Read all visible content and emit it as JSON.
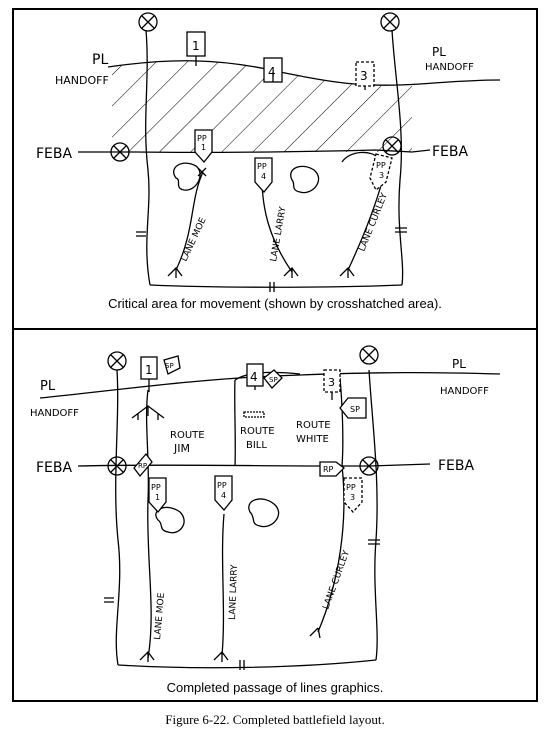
{
  "top_panel": {
    "pl_label": "PL",
    "handoff_left": "HANDOFF",
    "pl_right": "PL",
    "handoff_right": "HANDOFF",
    "feba_left": "FEBA",
    "feba_right": "FEBA",
    "unit_1": "1",
    "unit_4": "4",
    "unit_3": "3",
    "pp1": [
      "PP",
      "1"
    ],
    "pp4": [
      "PP",
      "4"
    ],
    "pp3": [
      "PP",
      "3"
    ],
    "lane_moe": "LANE MOE",
    "lane_larry": "LANE LARRY",
    "lane_curley": "LANE CURLEY",
    "boundary_mark": "II",
    "caption": "Critical area for movement (shown by crosshatched area)."
  },
  "bottom_panel": {
    "pl_label": "PL",
    "handoff_left": "HANDOFF",
    "pl_right": "PL",
    "handoff_right": "HANDOFF",
    "feba_left": "FEBA",
    "feba_right": "FEBA",
    "unit_1": "1",
    "unit_4": "4",
    "unit_3": "3",
    "sp": "SP",
    "rp": "RP",
    "pp1": [
      "PP",
      "1"
    ],
    "pp4": [
      "PP",
      "4"
    ],
    "pp3": [
      "PP",
      "3"
    ],
    "route_jim": [
      "ROUTE",
      "JIM"
    ],
    "route_bill": [
      "ROUTE",
      "BILL"
    ],
    "route_white": [
      "ROUTE",
      "WHITE"
    ],
    "lane_moe": "LANE MOE",
    "lane_larry": "LANE LARRY",
    "lane_curley": "LANE CURLEY",
    "boundary_mark": "II",
    "caption": "Completed passage of lines graphics."
  },
  "figure_caption": "Figure 6-22. Completed battlefield layout."
}
